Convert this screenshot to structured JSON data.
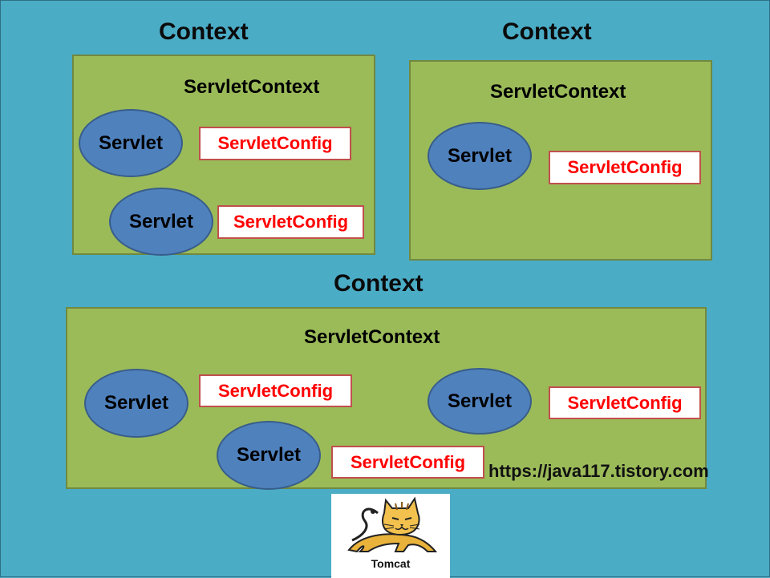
{
  "contexts": [
    {
      "title": "Context",
      "servlet_context": "ServletContext",
      "servlets": [
        "Servlet",
        "Servlet"
      ],
      "configs": [
        "ServletConfig",
        "ServletConfig"
      ]
    },
    {
      "title": "Context",
      "servlet_context": "ServletContext",
      "servlets": [
        "Servlet"
      ],
      "configs": [
        "ServletConfig"
      ]
    },
    {
      "title": "Context",
      "servlet_context": "ServletContext",
      "servlets": [
        "Servlet",
        "Servlet",
        "Servlet"
      ],
      "configs": [
        "ServletConfig",
        "ServletConfig",
        "ServletConfig"
      ]
    }
  ],
  "watermark": "https://java117.tistory.com",
  "logo": {
    "text": "Tomcat",
    "icon": "tomcat-cat-icon"
  },
  "colors": {
    "background": "#4bacc6",
    "context_panel": "#9bbb59",
    "servlet": "#4f81bd",
    "config_text": "#ff0000",
    "config_border": "#c0504d"
  }
}
